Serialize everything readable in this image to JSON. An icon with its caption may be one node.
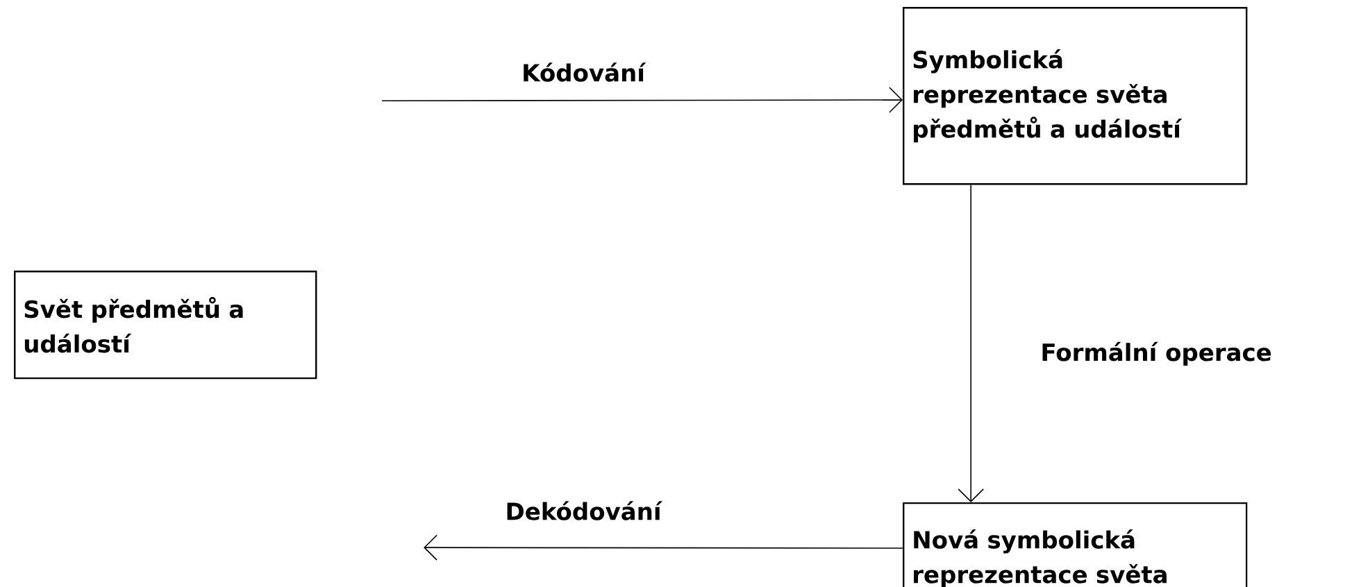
{
  "diagram": {
    "nodes": [
      {
        "text": [
          "Svět předmětů a událostí"
        ]
      },
      {
        "text": [
          "Symbolická reprezentace světa předmětů a událostí"
        ]
      },
      {
        "text": [
          "Nová symbolická reprezentace světa"
        ]
      }
    ],
    "edges": [
      {
        "from": null,
        "to": 1,
        "arrow": "to",
        "label": "Kódování"
      },
      {
        "from": 1,
        "to": 2,
        "arrow": "to",
        "label": "Formální operace"
      },
      {
        "from": 2,
        "to": null,
        "arrow": "to",
        "label": "Dekódování"
      }
    ]
  }
}
